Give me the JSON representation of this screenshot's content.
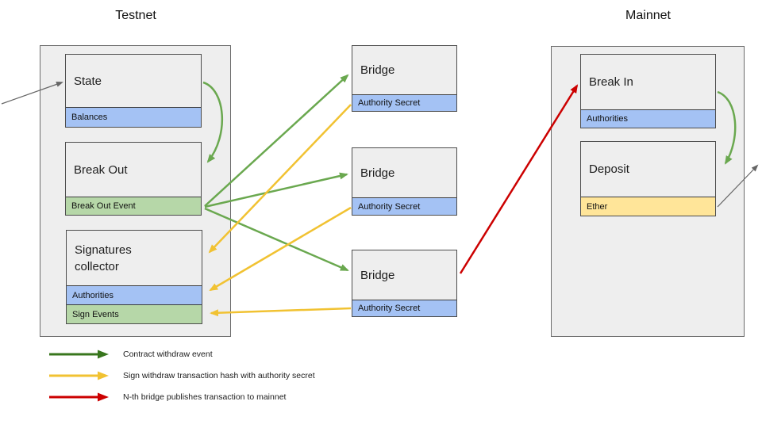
{
  "regions": {
    "testnet": "Testnet",
    "mainnet": "Mainnet"
  },
  "entities": [
    {
      "id": "state",
      "title": "State",
      "rows": [
        {
          "label": "Balances",
          "type": "blue"
        }
      ]
    },
    {
      "id": "break-out",
      "title": "Break Out",
      "rows": [
        {
          "label": "Break Out Event",
          "type": "green"
        }
      ]
    },
    {
      "id": "signatures-collector",
      "title": "Signatures collector",
      "rows": [
        {
          "label": "Authorities",
          "type": "blue"
        },
        {
          "label": "Sign Events",
          "type": "green"
        }
      ]
    },
    {
      "id": "bridge-1",
      "title": "Bridge",
      "rows": [
        {
          "label": "Authority Secret",
          "type": "blue"
        }
      ]
    },
    {
      "id": "bridge-2",
      "title": "Bridge",
      "rows": [
        {
          "label": "Authority Secret",
          "type": "blue"
        }
      ]
    },
    {
      "id": "bridge-3",
      "title": "Bridge",
      "rows": [
        {
          "label": "Authority Secret",
          "type": "blue"
        }
      ]
    },
    {
      "id": "break-in",
      "title": "Break In",
      "rows": [
        {
          "label": "Authorities",
          "type": "blue"
        }
      ]
    },
    {
      "id": "deposit",
      "title": "Deposit",
      "rows": [
        {
          "label": "Ether",
          "type": "yellow"
        }
      ]
    }
  ],
  "legend": [
    {
      "label": "Contract withdraw event",
      "color": "#38761d"
    },
    {
      "label": "Sign withdraw transaction hash with authority secret",
      "color": "#f1c232"
    },
    {
      "label": "N-th bridge publishes transaction to mainnet",
      "color": "#cc0000"
    }
  ],
  "colors": {
    "diagram_green_arrow": "#6aa84f",
    "legend_green_arrow": "#38761d",
    "yellow_arrow": "#f1c232",
    "red_arrow": "#cc0000",
    "gray_arrow": "#666666",
    "blue_row": "#a4c2f4",
    "green_row": "#b6d7a8",
    "yellow_row": "#ffe599",
    "box_fill": "#eeeeee"
  }
}
